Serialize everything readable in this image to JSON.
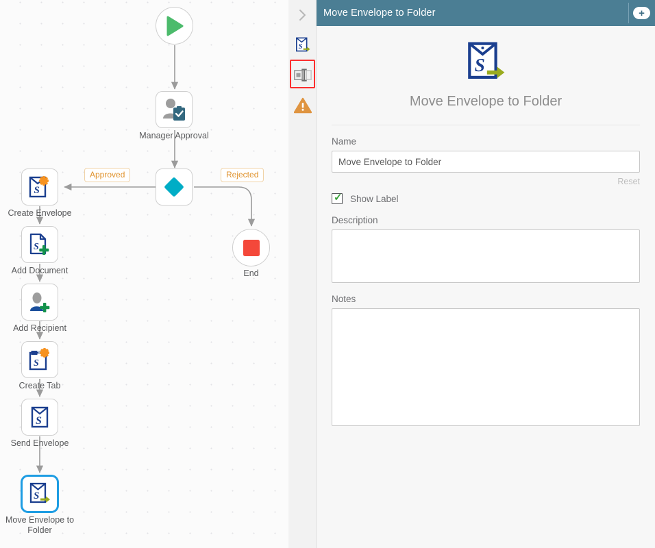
{
  "canvas": {
    "nodes": [
      {
        "id": "start",
        "label": "",
        "icon": "play-icon",
        "shape": "circle"
      },
      {
        "id": "manager",
        "label": "Manager Approval",
        "icon": "user-approval-icon",
        "shape": "box"
      },
      {
        "id": "gateway",
        "label": "",
        "icon": "decision-diamond-icon",
        "shape": "box"
      },
      {
        "id": "create-envelope",
        "label": "Create Envelope",
        "icon": "create-envelope-icon",
        "shape": "box"
      },
      {
        "id": "add-document",
        "label": "Add Document",
        "icon": "add-document-icon",
        "shape": "box"
      },
      {
        "id": "add-recipient",
        "label": "Add Recipient",
        "icon": "add-recipient-icon",
        "shape": "box"
      },
      {
        "id": "create-tab",
        "label": "Create Tab",
        "icon": "create-tab-icon",
        "shape": "box"
      },
      {
        "id": "send-envelope",
        "label": "Send Envelope",
        "icon": "send-envelope-icon",
        "shape": "box"
      },
      {
        "id": "move-envelope",
        "label": "Move Envelope to Folder",
        "icon": "move-envelope-icon",
        "shape": "box",
        "selected": true
      },
      {
        "id": "end",
        "label": "End",
        "icon": "stop-square-icon",
        "shape": "circle"
      }
    ],
    "edge_labels": [
      {
        "id": "approved",
        "text": "Approved"
      },
      {
        "id": "rejected",
        "text": "Rejected"
      }
    ]
  },
  "rail": {
    "collapse_label": "›",
    "items": [
      {
        "id": "properties",
        "icon": "move-envelope-icon",
        "active": false
      },
      {
        "id": "layout",
        "icon": "panel-layout-icon",
        "active": true
      },
      {
        "id": "errors",
        "icon": "warning-triangle-icon",
        "active": false
      }
    ]
  },
  "panel": {
    "header": {
      "title": "Move Envelope to Folder",
      "add_label": "+"
    },
    "hero": {
      "icon": "move-envelope-icon",
      "title": "Move Envelope to Folder"
    },
    "fields": {
      "name_label": "Name",
      "name_value": "Move Envelope to Folder",
      "name_placeholder": "",
      "reset_label": "Reset",
      "show_label_label": "Show Label",
      "show_label_checked": true,
      "description_label": "Description",
      "description_value": "",
      "description_placeholder": "",
      "notes_label": "Notes",
      "notes_value": "",
      "notes_placeholder": ""
    }
  },
  "colors": {
    "header_teal": "#4b7e94",
    "node_blue": "#1b3f8f",
    "accent_green": "#9aab1e",
    "start_green": "#4cbb6c",
    "end_red": "#f4483a",
    "diamond_cyan": "#00adc6",
    "edge_label_orange": "#e0922c",
    "highlight_red": "#fc2e2e",
    "selected_blue": "#1e9de3"
  }
}
